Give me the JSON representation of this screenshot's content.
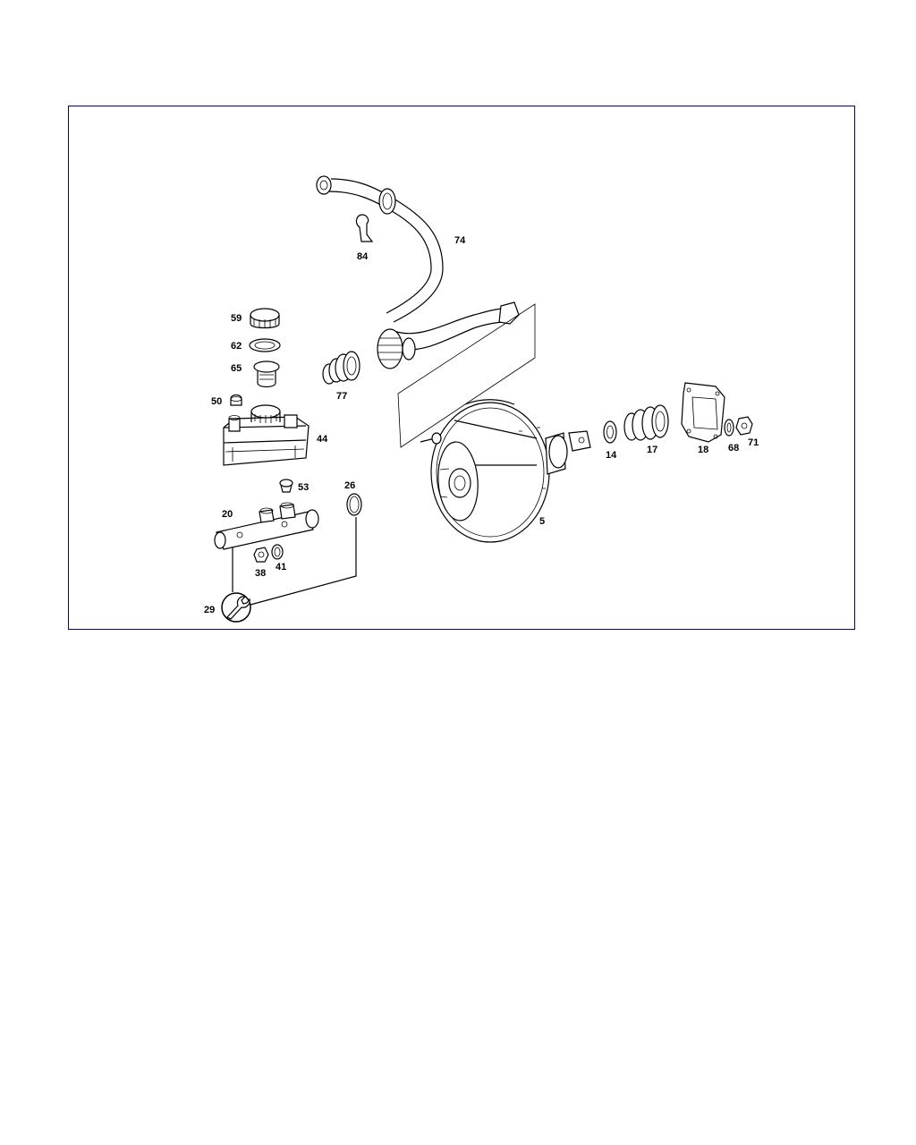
{
  "diagram": {
    "labels": {
      "p5": "5",
      "p14": "14",
      "p17": "17",
      "p18": "18",
      "p20": "20",
      "p26": "26",
      "p29": "29",
      "p38": "38",
      "p41": "41",
      "p44": "44",
      "p50": "50",
      "p53": "53",
      "p59": "59",
      "p62": "62",
      "p65": "65",
      "p68": "68",
      "p71": "71",
      "p74": "74",
      "p77": "77",
      "p84": "84"
    },
    "icons": {
      "service_tool": "wrench-icon"
    }
  }
}
